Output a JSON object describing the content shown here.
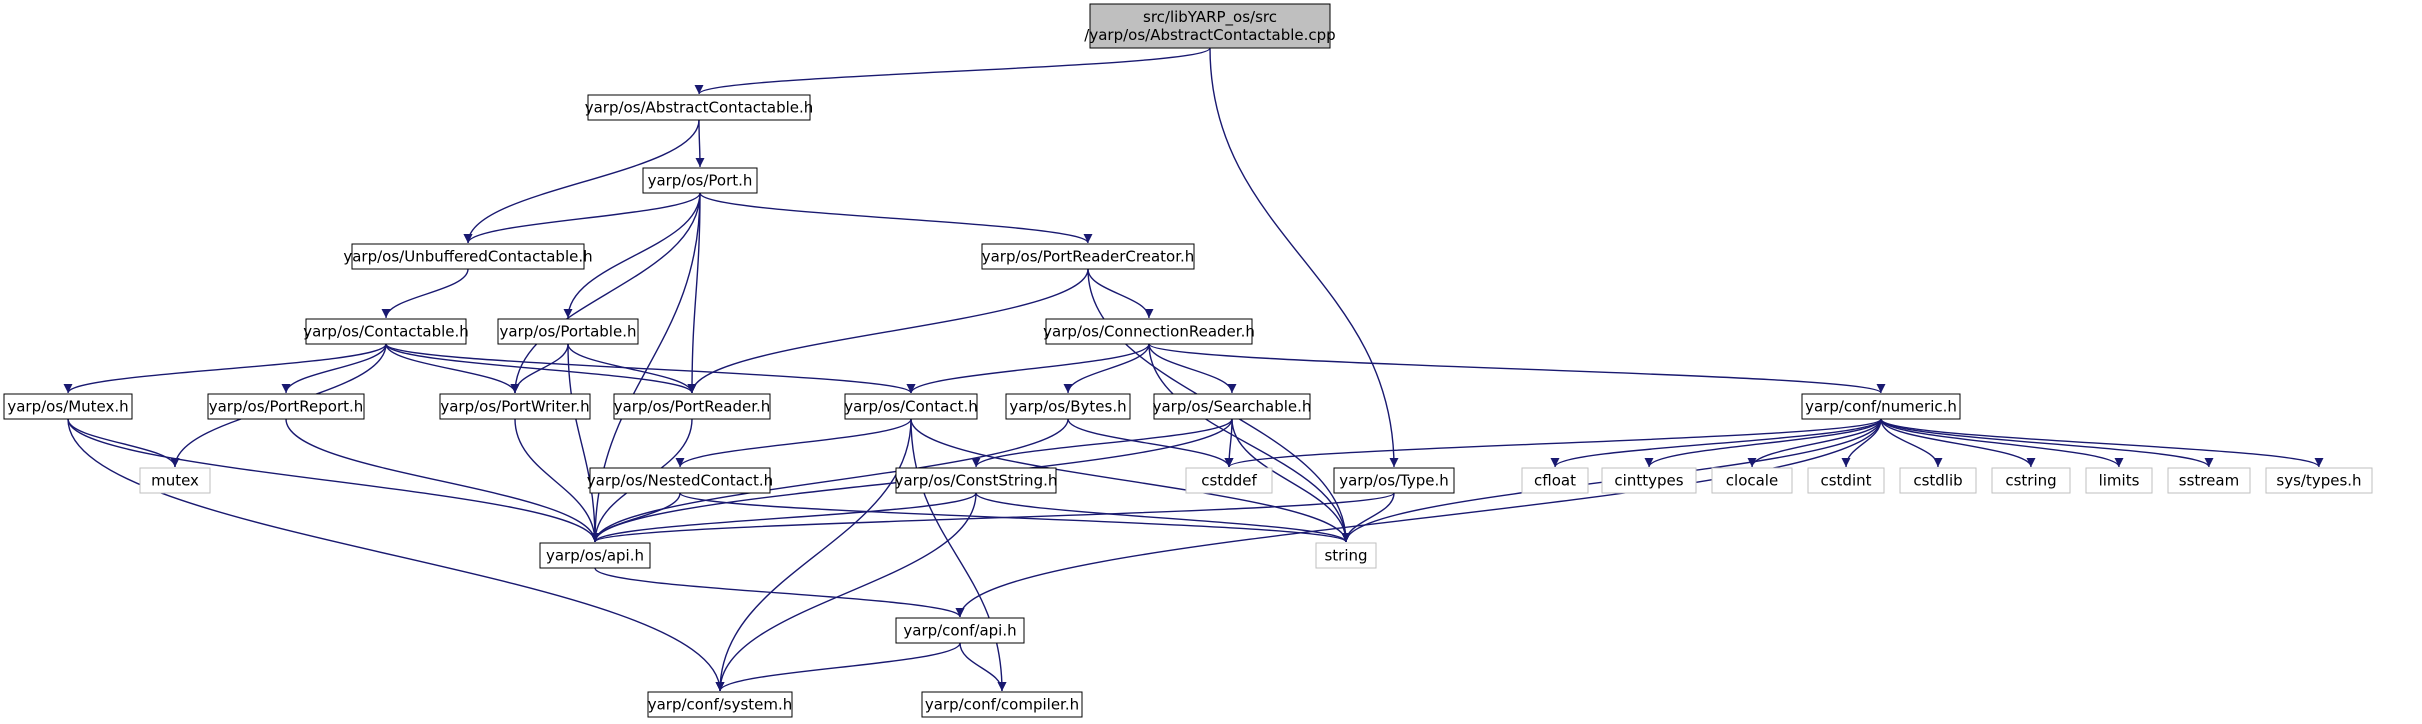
{
  "colors": {
    "edge": "#191970",
    "box_border": "#000000",
    "external_border": "#bfbfbf",
    "root_fill": "#bfbfbf",
    "node_fill": "#ffffff",
    "text": "#000000"
  },
  "nodes": [
    {
      "id": "root",
      "lines": [
        "src/libYARP_os/src",
        "/yarp/os/AbstractContactable.cpp"
      ],
      "kind": "root"
    },
    {
      "id": "abstract_h",
      "lines": [
        "yarp/os/AbstractContactable.h"
      ],
      "kind": "header"
    },
    {
      "id": "port_h",
      "lines": [
        "yarp/os/Port.h"
      ],
      "kind": "header"
    },
    {
      "id": "unbuffered_h",
      "lines": [
        "yarp/os/UnbufferedContactable.h"
      ],
      "kind": "header"
    },
    {
      "id": "prc_h",
      "lines": [
        "yarp/os/PortReaderCreator.h"
      ],
      "kind": "header"
    },
    {
      "id": "contactable_h",
      "lines": [
        "yarp/os/Contactable.h"
      ],
      "kind": "header"
    },
    {
      "id": "portable_h",
      "lines": [
        "yarp/os/Portable.h"
      ],
      "kind": "header"
    },
    {
      "id": "connreader_h",
      "lines": [
        "yarp/os/ConnectionReader.h"
      ],
      "kind": "header"
    },
    {
      "id": "mutex_h",
      "lines": [
        "yarp/os/Mutex.h"
      ],
      "kind": "header"
    },
    {
      "id": "portreport_h",
      "lines": [
        "yarp/os/PortReport.h"
      ],
      "kind": "header"
    },
    {
      "id": "portwriter_h",
      "lines": [
        "yarp/os/PortWriter.h"
      ],
      "kind": "header"
    },
    {
      "id": "portreader_h",
      "lines": [
        "yarp/os/PortReader.h"
      ],
      "kind": "header"
    },
    {
      "id": "contact_h",
      "lines": [
        "yarp/os/Contact.h"
      ],
      "kind": "header"
    },
    {
      "id": "bytes_h",
      "lines": [
        "yarp/os/Bytes.h"
      ],
      "kind": "header"
    },
    {
      "id": "searchable_h",
      "lines": [
        "yarp/os/Searchable.h"
      ],
      "kind": "header"
    },
    {
      "id": "numeric_h",
      "lines": [
        "yarp/conf/numeric.h"
      ],
      "kind": "header"
    },
    {
      "id": "mutex",
      "lines": [
        "mutex"
      ],
      "kind": "external"
    },
    {
      "id": "nested_h",
      "lines": [
        "yarp/os/NestedContact.h"
      ],
      "kind": "header"
    },
    {
      "id": "conststring_h",
      "lines": [
        "yarp/os/ConstString.h"
      ],
      "kind": "header"
    },
    {
      "id": "cstddef",
      "lines": [
        "cstddef"
      ],
      "kind": "external"
    },
    {
      "id": "type_h",
      "lines": [
        "yarp/os/Type.h"
      ],
      "kind": "header"
    },
    {
      "id": "cfloat",
      "lines": [
        "cfloat"
      ],
      "kind": "external"
    },
    {
      "id": "cinttypes",
      "lines": [
        "cinttypes"
      ],
      "kind": "external"
    },
    {
      "id": "clocale",
      "lines": [
        "clocale"
      ],
      "kind": "external"
    },
    {
      "id": "cstdint",
      "lines": [
        "cstdint"
      ],
      "kind": "external"
    },
    {
      "id": "cstdlib",
      "lines": [
        "cstdlib"
      ],
      "kind": "external"
    },
    {
      "id": "cstring",
      "lines": [
        "cstring"
      ],
      "kind": "external"
    },
    {
      "id": "limits",
      "lines": [
        "limits"
      ],
      "kind": "external"
    },
    {
      "id": "sstream",
      "lines": [
        "sstream"
      ],
      "kind": "external"
    },
    {
      "id": "systypes",
      "lines": [
        "sys/types.h"
      ],
      "kind": "external"
    },
    {
      "id": "osapi_h",
      "lines": [
        "yarp/os/api.h"
      ],
      "kind": "header"
    },
    {
      "id": "string",
      "lines": [
        "string"
      ],
      "kind": "external"
    },
    {
      "id": "confapi_h",
      "lines": [
        "yarp/conf/api.h"
      ],
      "kind": "header"
    },
    {
      "id": "system_h",
      "lines": [
        "yarp/conf/system.h"
      ],
      "kind": "header"
    },
    {
      "id": "compiler_h",
      "lines": [
        "yarp/conf/compiler.h"
      ],
      "kind": "header"
    }
  ],
  "edges": [
    [
      "root",
      "abstract_h"
    ],
    [
      "root",
      "type_h"
    ],
    [
      "abstract_h",
      "unbuffered_h"
    ],
    [
      "abstract_h",
      "port_h"
    ],
    [
      "port_h",
      "unbuffered_h"
    ],
    [
      "port_h",
      "prc_h"
    ],
    [
      "port_h",
      "portable_h"
    ],
    [
      "port_h",
      "portwriter_h"
    ],
    [
      "port_h",
      "portreader_h"
    ],
    [
      "port_h",
      "osapi_h"
    ],
    [
      "unbuffered_h",
      "contactable_h"
    ],
    [
      "prc_h",
      "connreader_h"
    ],
    [
      "prc_h",
      "portreader_h"
    ],
    [
      "prc_h",
      "string"
    ],
    [
      "contactable_h",
      "mutex_h"
    ],
    [
      "contactable_h",
      "portreport_h"
    ],
    [
      "contactable_h",
      "portwriter_h"
    ],
    [
      "contactable_h",
      "portreader_h"
    ],
    [
      "contactable_h",
      "contact_h"
    ],
    [
      "contactable_h",
      "mutex"
    ],
    [
      "portable_h",
      "portwriter_h"
    ],
    [
      "portable_h",
      "portreader_h"
    ],
    [
      "portable_h",
      "osapi_h"
    ],
    [
      "connreader_h",
      "contact_h"
    ],
    [
      "connreader_h",
      "bytes_h"
    ],
    [
      "connreader_h",
      "searchable_h"
    ],
    [
      "connreader_h",
      "numeric_h"
    ],
    [
      "connreader_h",
      "string"
    ],
    [
      "mutex_h",
      "mutex"
    ],
    [
      "mutex_h",
      "osapi_h"
    ],
    [
      "mutex_h",
      "system_h"
    ],
    [
      "portreport_h",
      "osapi_h"
    ],
    [
      "portwriter_h",
      "osapi_h"
    ],
    [
      "portreader_h",
      "osapi_h"
    ],
    [
      "contact_h",
      "nested_h"
    ],
    [
      "contact_h",
      "string"
    ],
    [
      "contact_h",
      "system_h"
    ],
    [
      "contact_h",
      "compiler_h"
    ],
    [
      "bytes_h",
      "cstddef"
    ],
    [
      "bytes_h",
      "osapi_h"
    ],
    [
      "searchable_h",
      "conststring_h"
    ],
    [
      "searchable_h",
      "cstddef"
    ],
    [
      "searchable_h",
      "string"
    ],
    [
      "searchable_h",
      "osapi_h"
    ],
    [
      "numeric_h",
      "cfloat"
    ],
    [
      "numeric_h",
      "cinttypes"
    ],
    [
      "numeric_h",
      "clocale"
    ],
    [
      "numeric_h",
      "cstdint"
    ],
    [
      "numeric_h",
      "cstdlib"
    ],
    [
      "numeric_h",
      "cstring"
    ],
    [
      "numeric_h",
      "limits"
    ],
    [
      "numeric_h",
      "sstream"
    ],
    [
      "numeric_h",
      "systypes"
    ],
    [
      "numeric_h",
      "cstddef"
    ],
    [
      "numeric_h",
      "string"
    ],
    [
      "numeric_h",
      "confapi_h"
    ],
    [
      "nested_h",
      "osapi_h"
    ],
    [
      "nested_h",
      "string"
    ],
    [
      "conststring_h",
      "osapi_h"
    ],
    [
      "conststring_h",
      "string"
    ],
    [
      "conststring_h",
      "system_h"
    ],
    [
      "type_h",
      "osapi_h"
    ],
    [
      "type_h",
      "string"
    ],
    [
      "osapi_h",
      "confapi_h"
    ],
    [
      "confapi_h",
      "system_h"
    ],
    [
      "confapi_h",
      "compiler_h"
    ]
  ]
}
